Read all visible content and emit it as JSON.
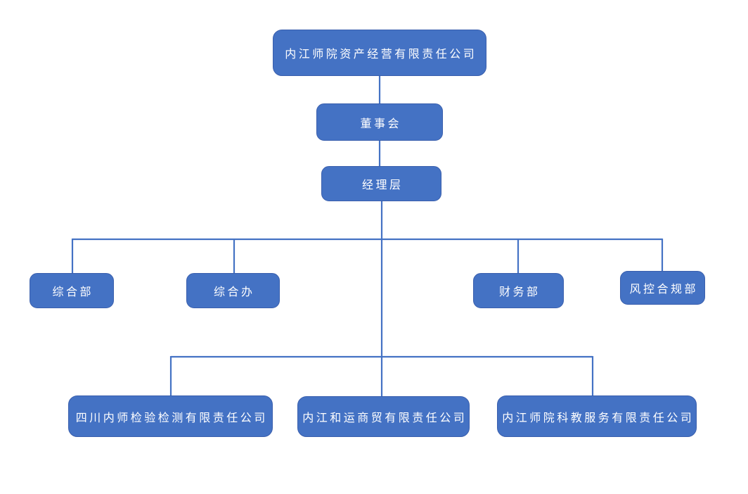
{
  "diagram": {
    "type": "org-chart",
    "colors": {
      "background": "#FFFFFF",
      "box_fill": "#4472C4",
      "box_border": "#3A5FAD",
      "line": "#4472C4",
      "text": "#FFFFFF"
    },
    "nodes": {
      "root": {
        "label": "内江师院资产经营有限责任公司",
        "level": 1,
        "parent": null
      },
      "board": {
        "label": "董事会",
        "level": 2,
        "parent": "root"
      },
      "management": {
        "label": "经理层",
        "level": 3,
        "parent": "board"
      },
      "dept_general": {
        "label": "综合部",
        "level": 4,
        "parent": "management"
      },
      "dept_general_office": {
        "label": "综合办",
        "level": 4,
        "parent": "management"
      },
      "dept_finance": {
        "label": "财务部",
        "level": 4,
        "parent": "management"
      },
      "dept_risk": {
        "label": "风控合规部",
        "level": 4,
        "parent": "management"
      },
      "sub_inspection": {
        "label": "四川内师检验检测有限责任公司",
        "level": 5,
        "parent": "management"
      },
      "sub_trading": {
        "label": "内江和运商贸有限责任公司",
        "level": 5,
        "parent": "management"
      },
      "sub_science": {
        "label": "内江师院科教服务有限责任公司",
        "level": 5,
        "parent": "management"
      }
    }
  }
}
